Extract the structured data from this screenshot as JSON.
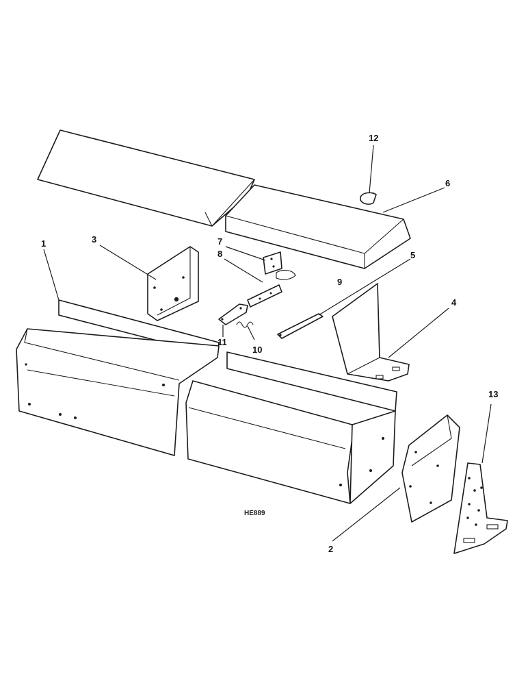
{
  "figure": {
    "reference_code": "HE889",
    "callouts": {
      "c1": "1",
      "c2": "2",
      "c3": "3",
      "c4": "4",
      "c5": "5",
      "c6": "6",
      "c7": "7",
      "c8": "8",
      "c9": "9",
      "c10": "10",
      "c11": "11",
      "c12": "12",
      "c13": "13"
    }
  }
}
